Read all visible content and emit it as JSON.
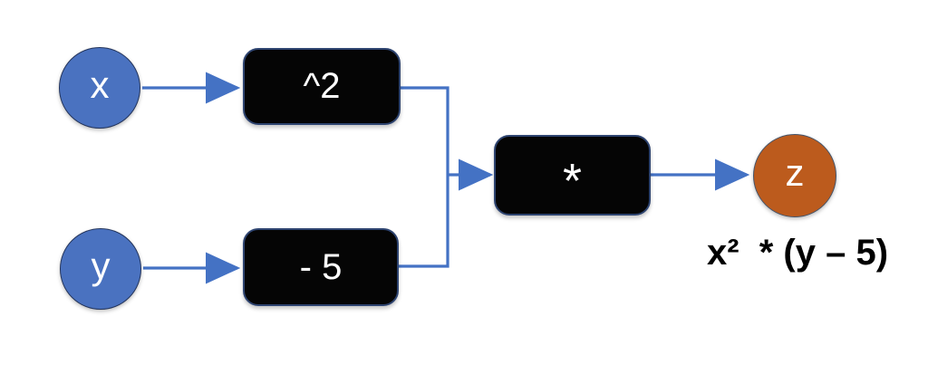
{
  "diagram": {
    "nodes": {
      "x": {
        "label": "x",
        "type": "input"
      },
      "y": {
        "label": "y",
        "type": "input"
      },
      "square": {
        "label": "^2",
        "type": "operator"
      },
      "subtract": {
        "label": "- 5",
        "type": "operator"
      },
      "multiply": {
        "label": "*",
        "type": "operator"
      },
      "z": {
        "label": "z",
        "type": "output"
      }
    },
    "edges": [
      "x -> square",
      "y -> subtract",
      "square -> multiply",
      "subtract -> multiply",
      "multiply -> z"
    ],
    "annotation": {
      "formula": "x²  * (y – 5)"
    },
    "colors": {
      "input_fill": "#4a72c0",
      "output_fill": "#bc5b1d",
      "operator_fill": "#050505",
      "connector": "#4472c4",
      "label_text": "#ffffff",
      "formula_text": "#000000"
    }
  }
}
